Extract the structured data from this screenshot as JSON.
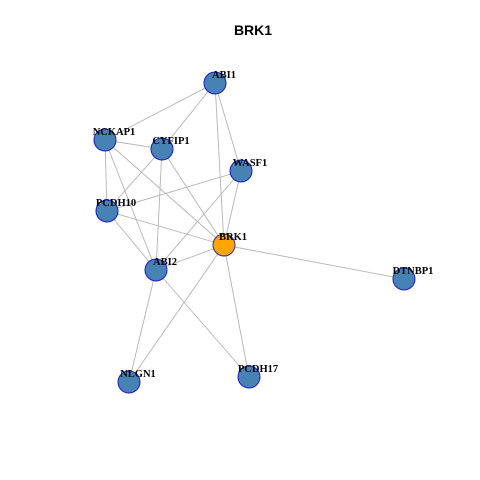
{
  "title": "BRK1",
  "colors": {
    "edge": "#b4b4b4",
    "node_fill": "#4682b4",
    "node_stroke": "#1c1cc8",
    "query_fill": "#ffa500",
    "query_stroke": "#2b2bb0"
  },
  "nodes": [
    {
      "id": "ABI1",
      "label": "ABI1",
      "query": false
    },
    {
      "id": "NCKAP1",
      "label": "NCKAP1",
      "query": false
    },
    {
      "id": "CYFIP1",
      "label": "CYFIP1",
      "query": false
    },
    {
      "id": "WASF1",
      "label": "WASF1",
      "query": false
    },
    {
      "id": "PCDH10",
      "label": "PCDH10",
      "query": false
    },
    {
      "id": "BRK1",
      "label": "BRK1",
      "query": true
    },
    {
      "id": "ABI2",
      "label": "ABI2",
      "query": false
    },
    {
      "id": "DTNBP1",
      "label": "DTNBP1",
      "query": false
    },
    {
      "id": "NLGN1",
      "label": "NLGN1",
      "query": false
    },
    {
      "id": "PCDH17",
      "label": "PCDH17",
      "query": false
    }
  ],
  "edges": [
    [
      "ABI1",
      "NCKAP1"
    ],
    [
      "ABI1",
      "CYFIP1"
    ],
    [
      "ABI1",
      "WASF1"
    ],
    [
      "ABI1",
      "BRK1"
    ],
    [
      "NCKAP1",
      "CYFIP1"
    ],
    [
      "NCKAP1",
      "PCDH10"
    ],
    [
      "NCKAP1",
      "BRK1"
    ],
    [
      "NCKAP1",
      "ABI2"
    ],
    [
      "CYFIP1",
      "PCDH10"
    ],
    [
      "CYFIP1",
      "BRK1"
    ],
    [
      "CYFIP1",
      "ABI2"
    ],
    [
      "WASF1",
      "PCDH10"
    ],
    [
      "WASF1",
      "BRK1"
    ],
    [
      "WASF1",
      "ABI2"
    ],
    [
      "PCDH10",
      "BRK1"
    ],
    [
      "PCDH10",
      "ABI2"
    ],
    [
      "BRK1",
      "ABI2"
    ],
    [
      "BRK1",
      "DTNBP1"
    ],
    [
      "BRK1",
      "NLGN1"
    ],
    [
      "BRK1",
      "PCDH17"
    ],
    [
      "ABI2",
      "NLGN1"
    ],
    [
      "ABI2",
      "PCDH17"
    ]
  ]
}
